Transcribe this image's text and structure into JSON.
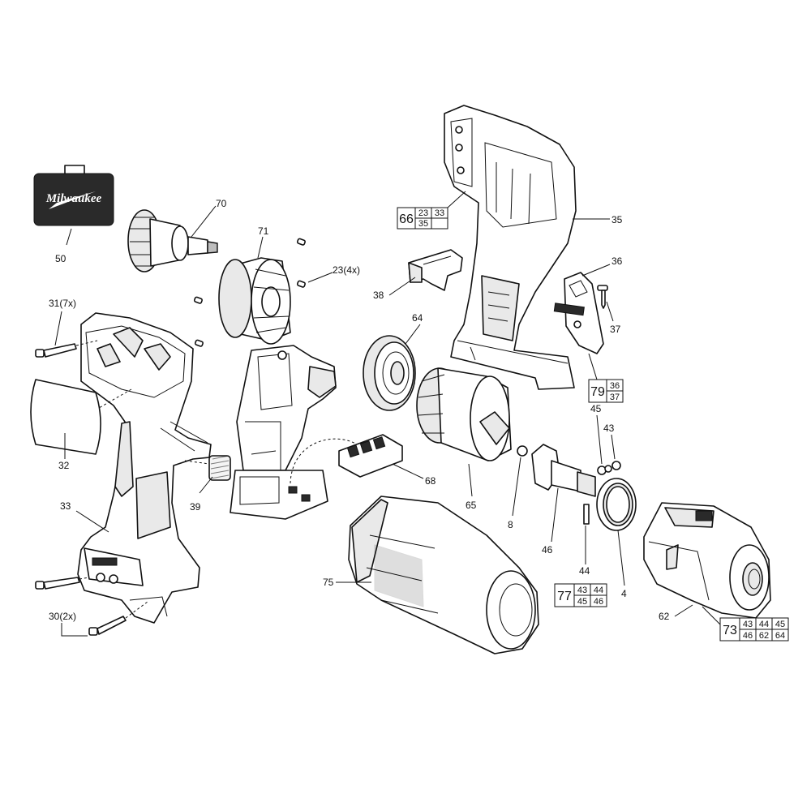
{
  "brand": "Milwaukee",
  "callouts": {
    "c50": "50",
    "c70": "70",
    "c71": "71",
    "c23": "23(4x)",
    "c38": "38",
    "c35": "35",
    "c36": "36",
    "c37": "37",
    "c31": "31(7x)",
    "c64": "64",
    "c45": "45",
    "c43": "43",
    "c32": "32",
    "c39": "39",
    "c68": "68",
    "c65": "65",
    "c8": "8",
    "c33": "33",
    "c46": "46",
    "c44": "44",
    "c4": "4",
    "c75": "75",
    "c30": "30(2x)",
    "c62": "62"
  },
  "kits": {
    "k66": {
      "main": "66",
      "cells": [
        "23",
        "33",
        "35",
        ""
      ]
    },
    "k79": {
      "main": "79",
      "cells": [
        "36",
        "37"
      ]
    },
    "k77": {
      "main": "77",
      "cells": [
        "43",
        "44",
        "45",
        "46"
      ]
    },
    "k73": {
      "main": "73",
      "cells": [
        "43",
        "44",
        "45",
        "46",
        "62",
        "64"
      ]
    }
  }
}
